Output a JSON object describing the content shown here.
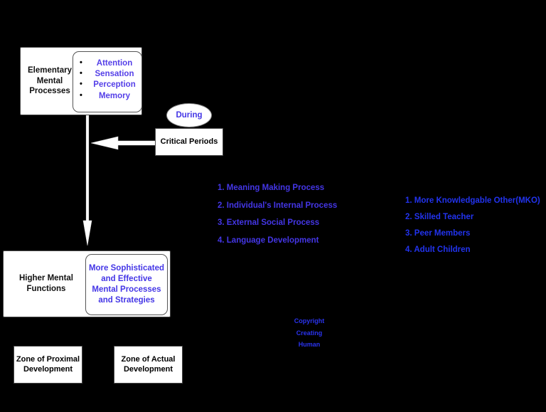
{
  "diagram": {
    "elementary": {
      "label": "Elementary\nMental\nProcesses",
      "items": [
        "Attention",
        "Sensation",
        "Perception",
        "Memory"
      ]
    },
    "during_label": "During",
    "critical_periods_label": "Critical Periods",
    "higher": {
      "label": "Higher Mental\nFunctions",
      "inner_text": "More Sophisticated\nand Effective\nMental Processes\nand Strategies"
    },
    "zones": {
      "proximal": "Zone of Proximal\nDevelopment",
      "actual": "Zone of Actual\nDevelopment"
    },
    "process_list": [
      "1. Meaning Making Process",
      "2. Individual's Internal Process",
      "3. External Social Process",
      "4. Language Development"
    ],
    "agents_list": [
      "1. More Knowledgable Other(MKO)",
      "2. Skilled Teacher",
      "3. Peer Members",
      "4. Adult Children"
    ],
    "copyright": "Copyright\nCreating\nHuman",
    "colors": {
      "background": "#000000",
      "box_fill": "#ffffff",
      "box_border": "#4a4a4a",
      "accent_purple": "#5540e8",
      "accent_blue": "#2233ee",
      "text_dark": "#111111"
    }
  }
}
